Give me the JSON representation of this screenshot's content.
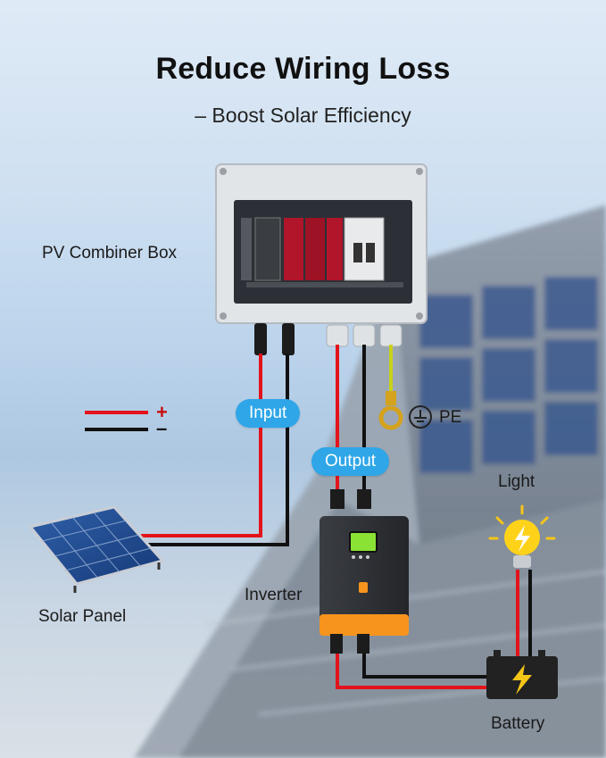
{
  "header": {
    "title": "Reduce Wiring Loss",
    "subtitle": "– Boost Solar Efficiency"
  },
  "labels": {
    "combiner_box": "PV Combiner Box",
    "solar_panel": "Solar Panel",
    "inverter": "Inverter",
    "light": "Light",
    "battery": "Battery",
    "pe": "PE",
    "input": "Input",
    "output": "Output",
    "positive": "+",
    "negative": "–"
  },
  "colors": {
    "positive_wire": "#e3131b",
    "negative_wire": "#111111",
    "pill_bg": "#2ea6e8",
    "inverter_accent": "#f7941d",
    "ground_wire": "#c9d21a"
  },
  "icons": [
    "ground-icon",
    "lightning-icon",
    "light-bulb-icon",
    "battery-icon"
  ]
}
